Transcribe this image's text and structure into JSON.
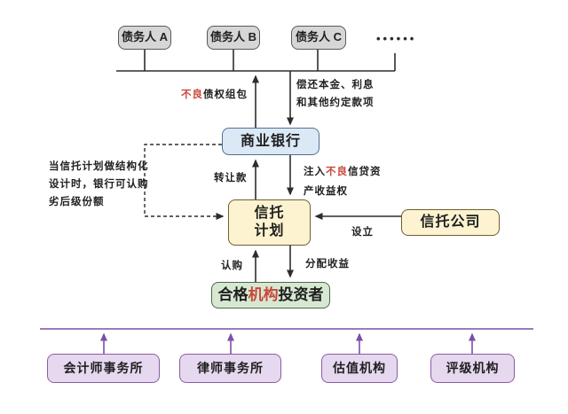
{
  "colors": {
    "red_text": "#c9473a",
    "gray_fill": "#d6d6d6",
    "blue_fill": "#dbe8f6",
    "cream_fill": "#fdf3d0",
    "green_fill": "#d7e8d2",
    "purple_fill": "#e5d8ef",
    "purple_accent": "#7d4fa8",
    "line_color": "#2d2d2d"
  },
  "debtors": [
    "债务人 A",
    "债务人 B",
    "债务人 C"
  ],
  "ellipsis": "••••••",
  "nodes": {
    "bank": "商业银行",
    "trust_plan": [
      "信托",
      "计划"
    ],
    "trust_company": "信托公司",
    "investor": {
      "pre": "合格",
      "red": "机构",
      "post": "投资者"
    }
  },
  "edge_labels": {
    "npl_red": "不良",
    "npl_rest": "债权组包",
    "repay_line1": "偿还本金、利息",
    "repay_line2": "和其他约定款项",
    "transfer": "转让款",
    "inject_pre": "注入",
    "inject_red": "不良",
    "inject_rest": "信贷资",
    "inject_line2": "产收益权",
    "setup": "设立",
    "subscribe": "认购",
    "distribute": "分配收益"
  },
  "note": [
    "当信托计划做结构化",
    "设计时，银行可认购",
    "劣后级份额"
  ],
  "intermediaries": [
    "会计师事务所",
    "律师事务所",
    "估值机构",
    "评级机构"
  ]
}
